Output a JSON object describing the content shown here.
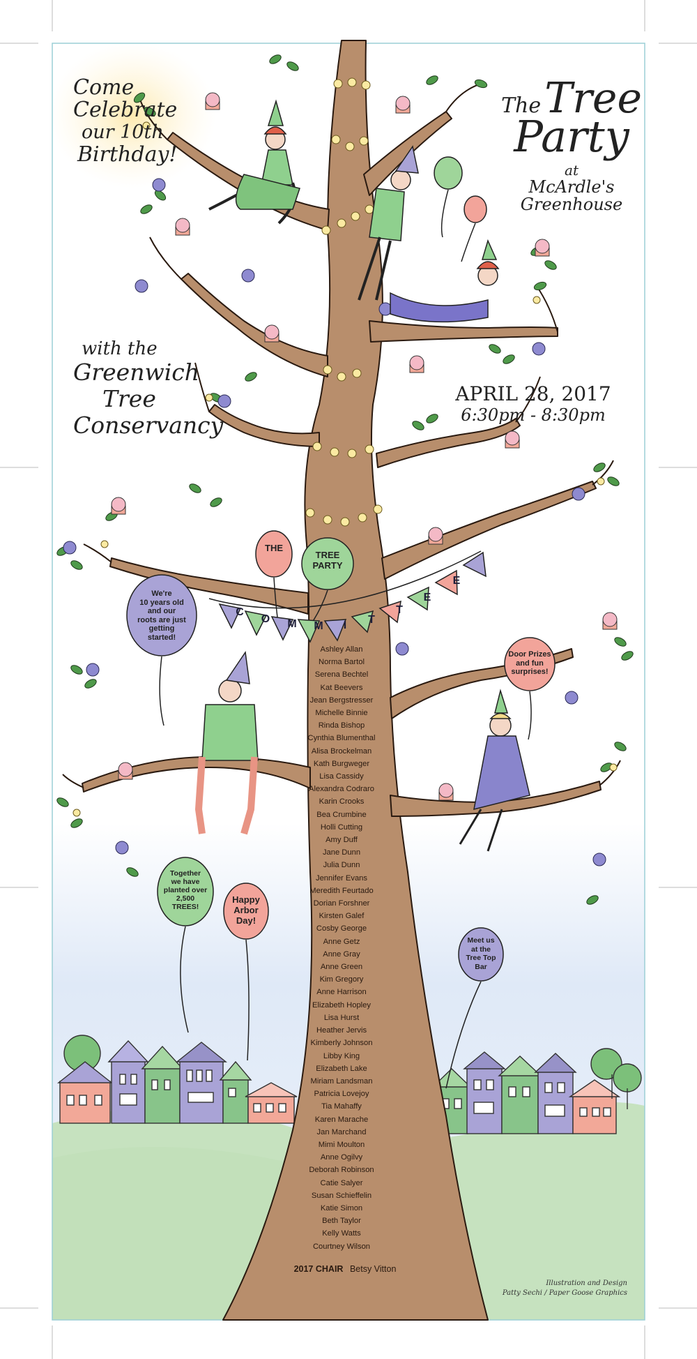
{
  "headline": {
    "line1": "Come",
    "line2": "Celebrate",
    "line3": "our 10th",
    "line4": "Birthday!"
  },
  "title": {
    "the": "The",
    "tree": "Tree",
    "party": "Party",
    "at": "at",
    "venue_line1": "McArdle's",
    "venue_line2": "Greenhouse"
  },
  "host": {
    "line1": "with the",
    "line2": "Greenwich",
    "line3": "Tree",
    "line4": "Conservancy"
  },
  "event": {
    "date": "APRIL 28, 2017",
    "time": "6:30pm - 8:30pm"
  },
  "balloons": {
    "the": "THE",
    "tree_party_1": "TREE",
    "tree_party_2": "PARTY",
    "roots_1": "We're",
    "roots_2": "10 years old",
    "roots_3": "and our",
    "roots_4": "roots are just",
    "roots_5": "getting",
    "roots_6": "started!",
    "prizes_1": "Door Prizes",
    "prizes_2": "and fun",
    "prizes_3": "surprises!",
    "planted_1": "Together",
    "planted_2": "we have",
    "planted_3": "planted over",
    "planted_4": "2,500",
    "planted_5": "TREES!",
    "arbor_1": "Happy",
    "arbor_2": "Arbor",
    "arbor_3": "Day!",
    "bar_1": "Meet us",
    "bar_2": "at the",
    "bar_3": "Tree Top",
    "bar_4": "Bar"
  },
  "banner": {
    "letters": [
      "C",
      "O",
      "M",
      "M",
      "I",
      "T",
      "T",
      "E",
      "E"
    ]
  },
  "committee": {
    "members": [
      "Ashley Allan",
      "Norma Bartol",
      "Serena Bechtel",
      "Kat Beevers",
      "Jean Bergstresser",
      "Michelle Binnie",
      "Rinda Bishop",
      "Cynthia Blumenthal",
      "Alisa Brockelman",
      "Kath Burgweger",
      "Lisa Cassidy",
      "Alexandra Codraro",
      "Karin Crooks",
      "Bea Crumbine",
      "Holli Cutting",
      "Amy Duff",
      "Jane Dunn",
      "Julia Dunn",
      "Jennifer Evans",
      "Meredith Feurtado",
      "Dorian Forshner",
      "Kirsten Galef",
      "Cosby George",
      "Anne Getz",
      "Anne Gray",
      "Anne Green",
      "Kim Gregory",
      "Anne Harrison",
      "Elizabeth Hopley",
      "Lisa Hurst",
      "Heather Jervis",
      "Kimberly Johnson",
      "Libby King",
      "Elizabeth Lake",
      "Miriam Landsman",
      "Patricia Lovejoy",
      "Tia Mahaffy",
      "Karen Marache",
      "Jan Marchand",
      "Mimi Moulton",
      "Anne Ogilvy",
      "Deborah Robinson",
      "Catie Salyer",
      "Susan Schieffelin",
      "Katie Simon",
      "Beth Taylor",
      "Kelly Watts",
      "Courtney Wilson"
    ],
    "chair_label": "2017 CHAIR",
    "chair_name": "Betsy Vitton"
  },
  "credit": {
    "line1": "Illustration and Design",
    "line2": "Patty Sechi / Paper Goose Graphics"
  },
  "colors": {
    "trunk": "#b88e6c",
    "leaf": "#4f9a4a",
    "pink": "#f2a49a",
    "green": "#9fd59a",
    "purple": "#a9a3d6",
    "sky": "#d9e6f6",
    "grass": "#c4e1bd"
  }
}
